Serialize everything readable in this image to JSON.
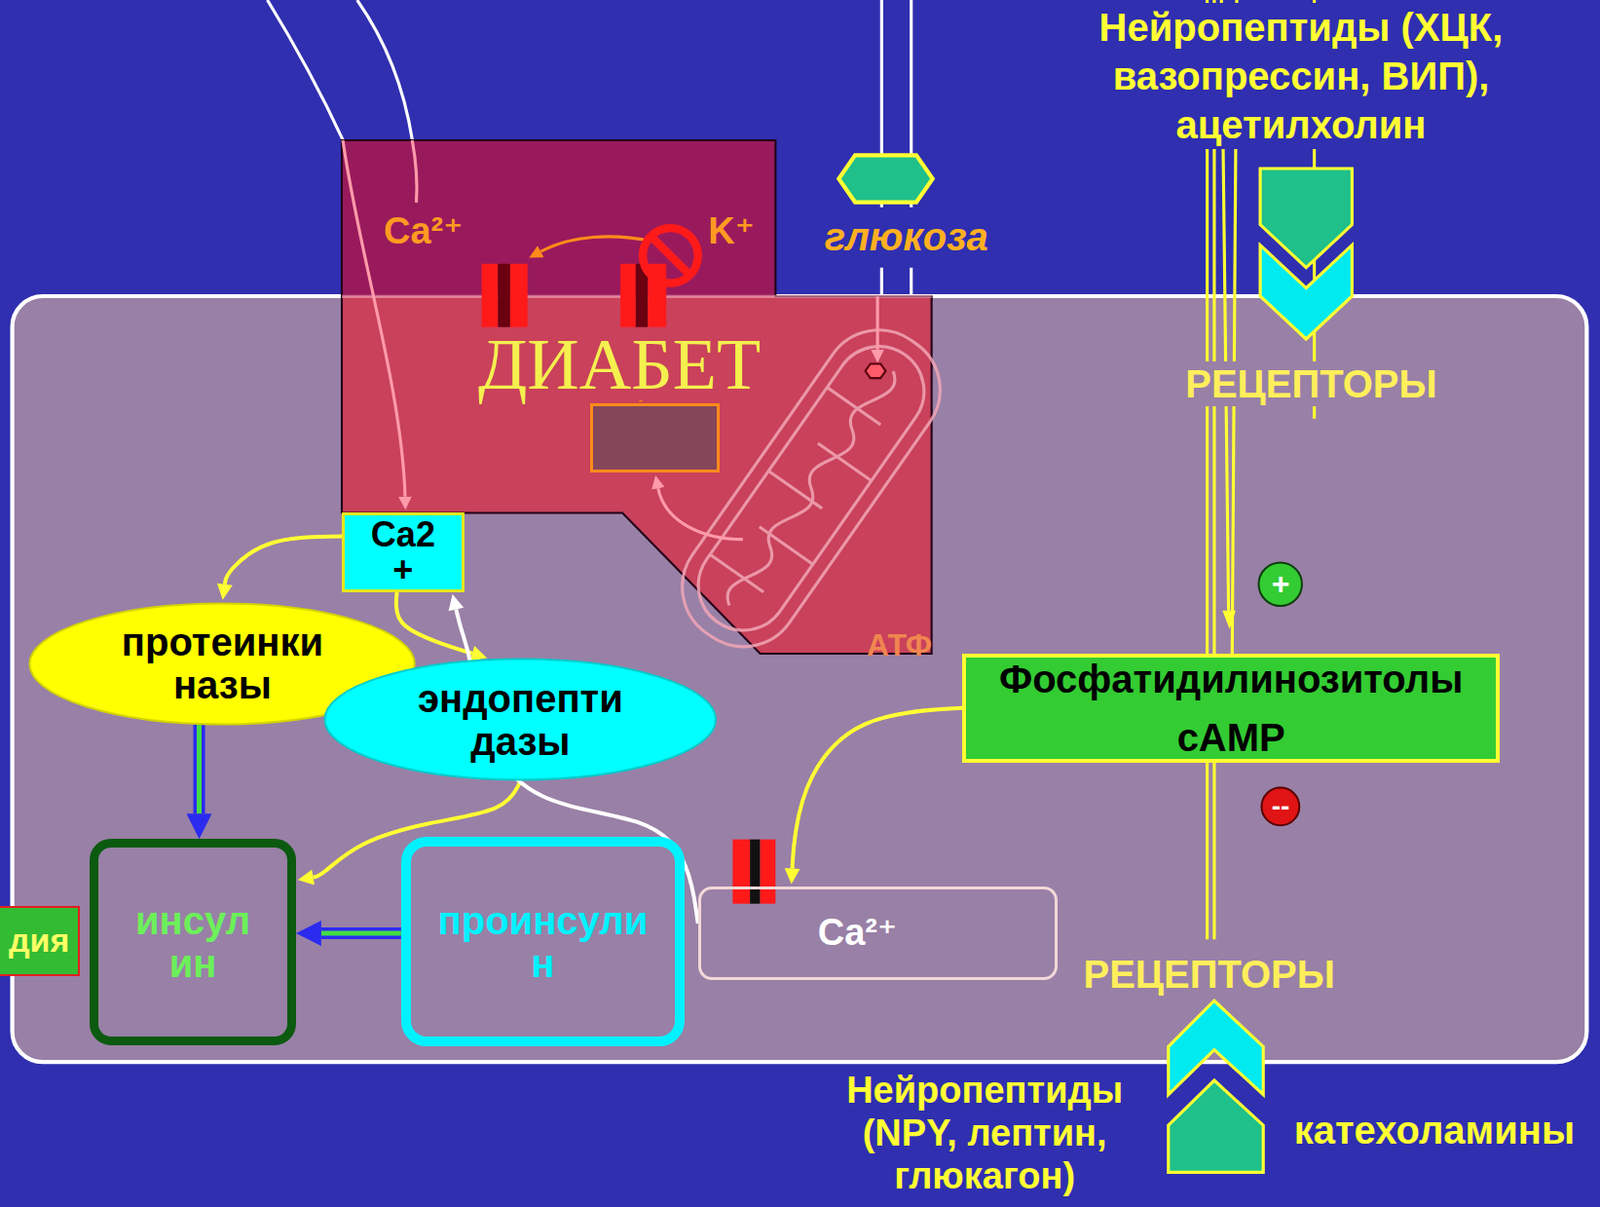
{
  "diagram": {
    "nodes": [
      {
        "text": [
          "ДИАБЕТ"
        ]
      },
      {
        "text": [
          "АТФ"
        ],
        "in": 0
      },
      {
        "text": [
          "Ca2 +"
        ]
      },
      {
        "text": [
          "+"
        ]
      },
      {
        "text": [
          "протеинки назы"
        ]
      },
      {
        "text": [
          "Фосфатидилинозитолы",
          "cAMP"
        ]
      },
      {
        "text": [
          "эндопепти дазы"
        ]
      },
      {
        "text": [
          "--"
        ]
      },
      {
        "text": [
          "дия"
        ]
      },
      {
        "text": [
          "инсул ин"
        ]
      },
      {
        "text": [
          "проинсули н"
        ]
      },
      {
        "text": [
          "Ca²⁺"
        ]
      }
    ],
    "edges": [
      {
        "from": 2,
        "to": 4,
        "arrow": "to"
      },
      {
        "from": 2,
        "to": 6,
        "arrow": "to"
      },
      {
        "from": 6,
        "to": 9,
        "arrow": "to"
      },
      {
        "from": 4,
        "to": 9,
        "arrow": "to"
      },
      {
        "from": 10,
        "to": 9,
        "arrow": "to"
      },
      {
        "from": 5,
        "to": 11,
        "arrow": "to"
      },
      {
        "from": 11,
        "to": 2,
        "arrow": "to"
      }
    ],
    "labels": [
      "Нейропептиды (ХЦК, вазопрессин, ВИП), ацетилхолин",
      "Ca²⁺",
      "K⁺",
      "глюкоза",
      "РЕЦЕПТОРЫ",
      "РЕЦЕПТОРЫ",
      "Нейропептиды (NPY, лептин, глюкагон)",
      "катехоламины"
    ]
  }
}
